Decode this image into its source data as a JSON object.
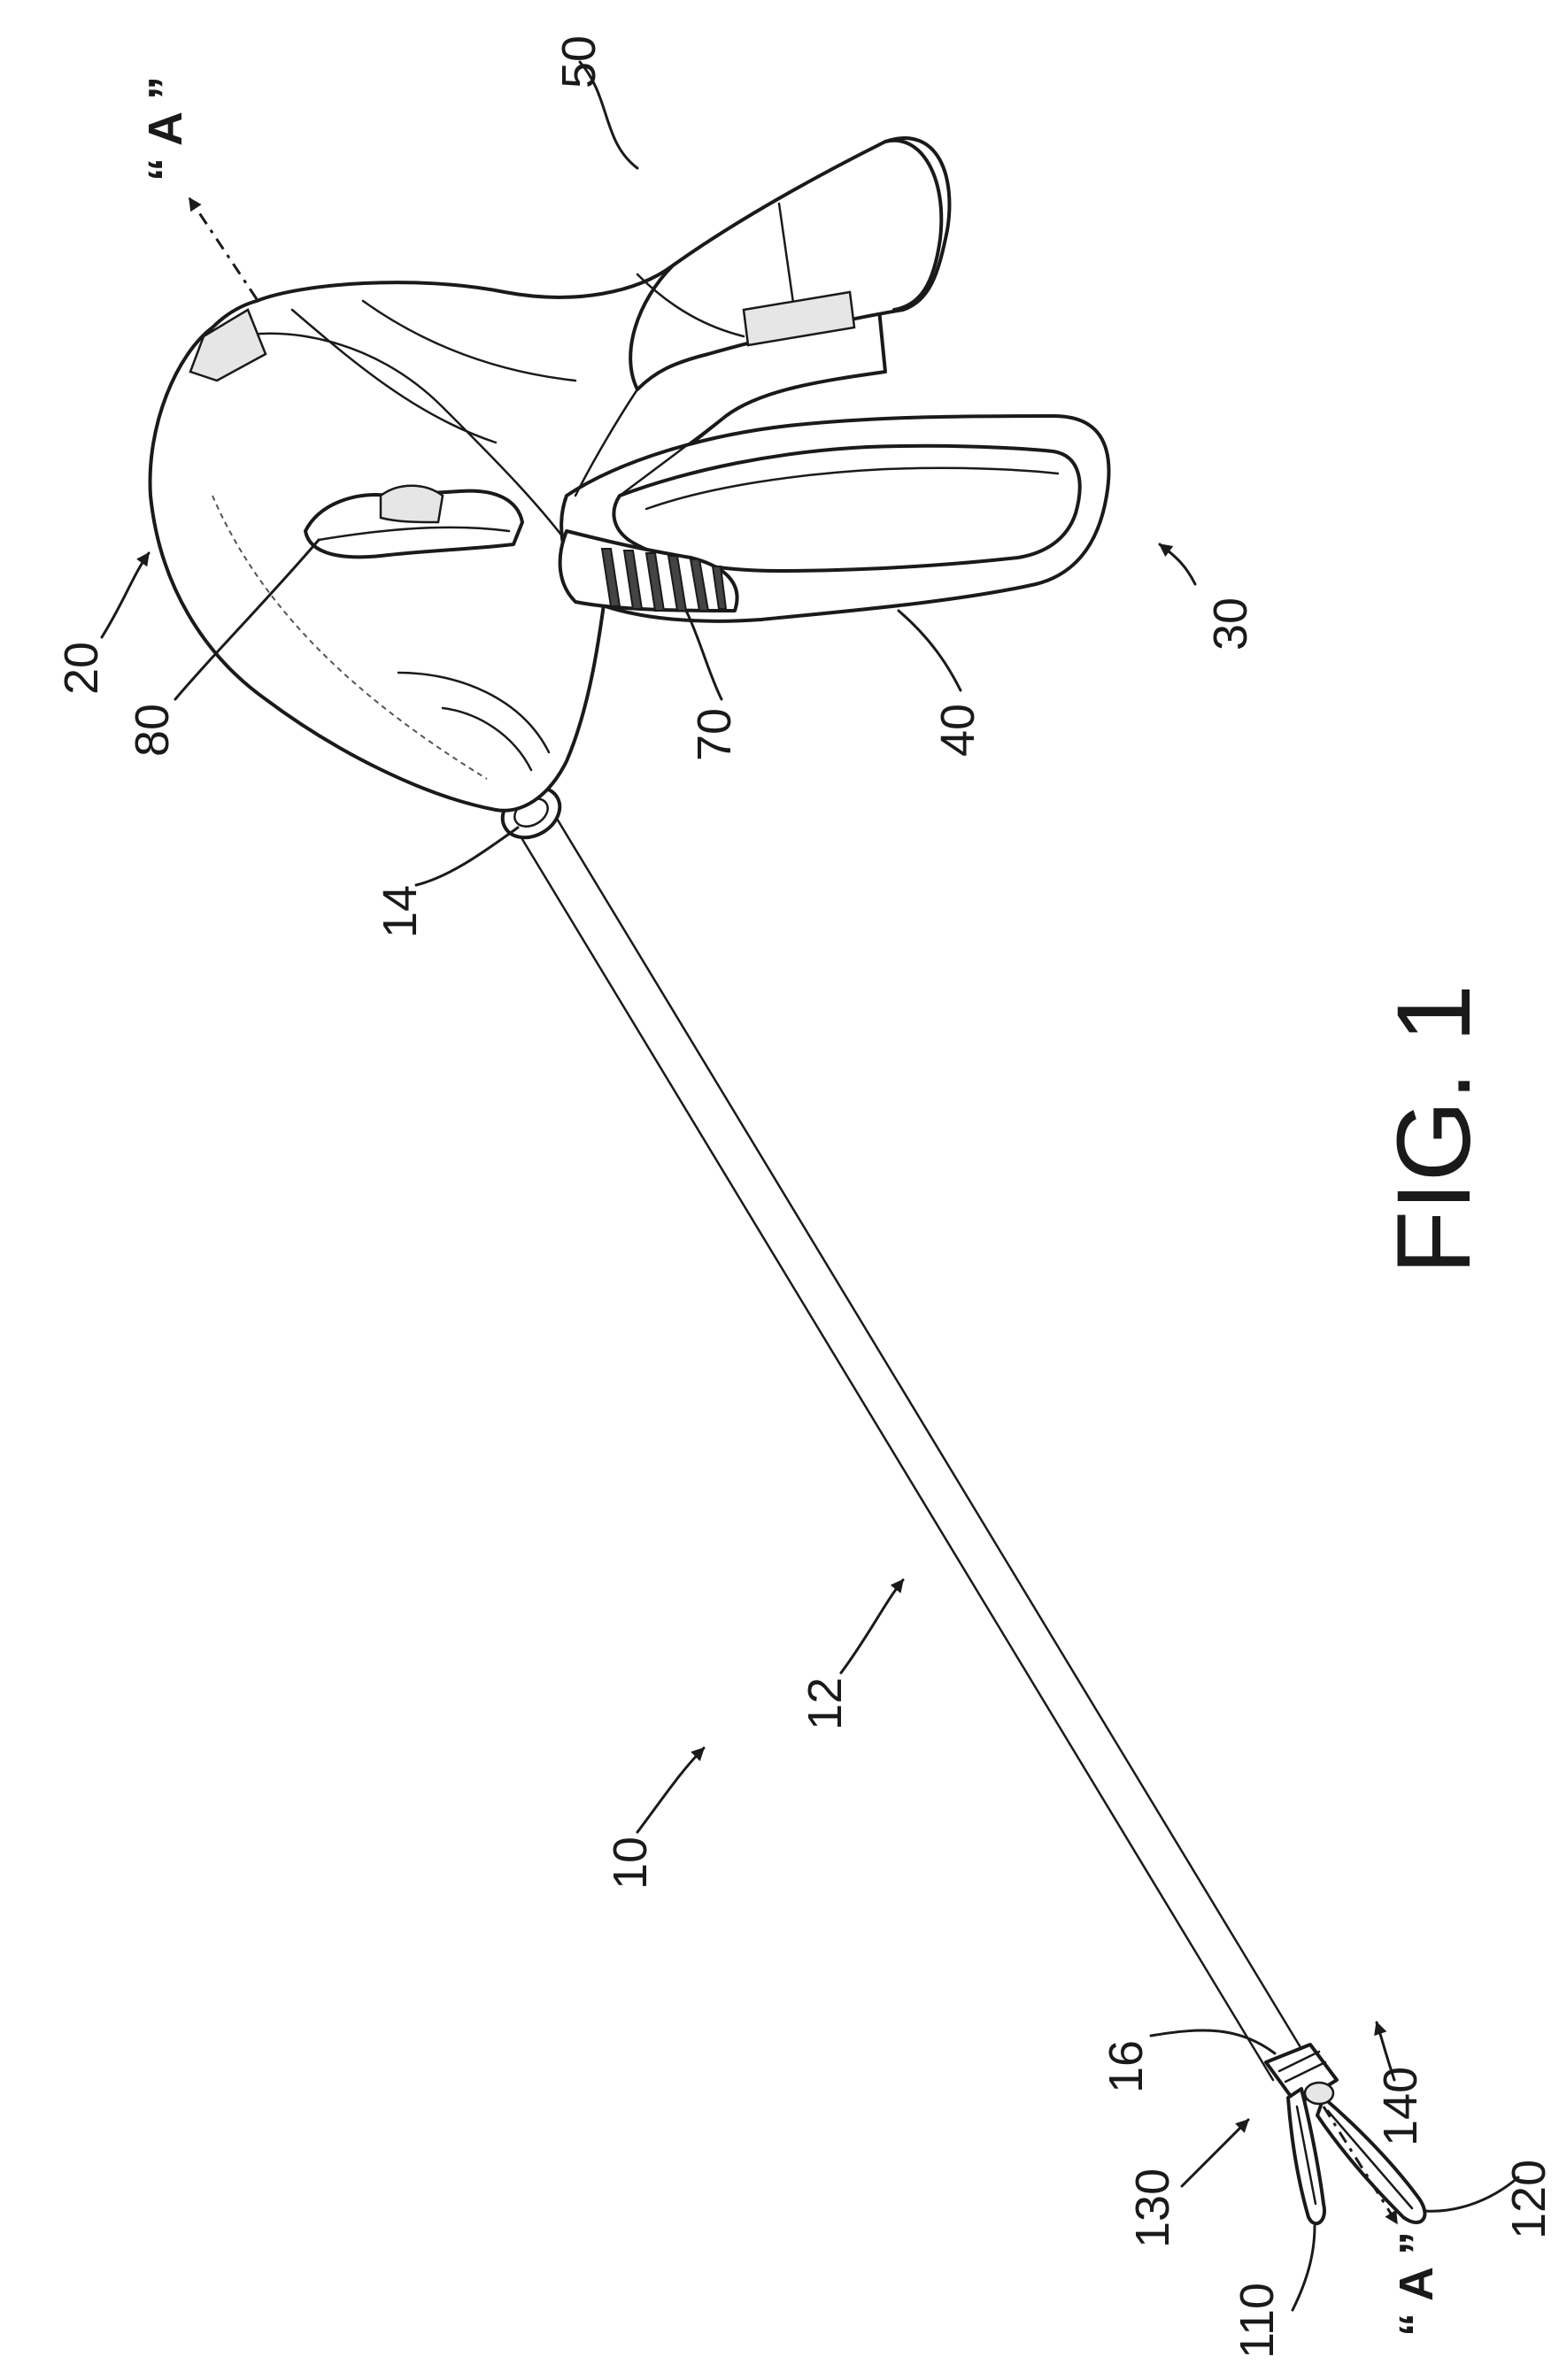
{
  "figure": {
    "title": "FIG. 1",
    "section_label_top": "“ A ”",
    "section_label_bottom": "“ A ”"
  },
  "reference_numerals": {
    "instrument": "10",
    "shaft": "12",
    "shaft_proximal_end": "14",
    "shaft_distal_end": "16",
    "housing": "20",
    "handle_assembly": "30",
    "movable_handle": "40",
    "fixed_handle": "50",
    "trigger": "70",
    "switch": "80",
    "jaw_member_upper": "110",
    "jaw_member_lower": "120",
    "jaw_assembly_upper": "130",
    "jaw_assembly_lower": "140"
  }
}
